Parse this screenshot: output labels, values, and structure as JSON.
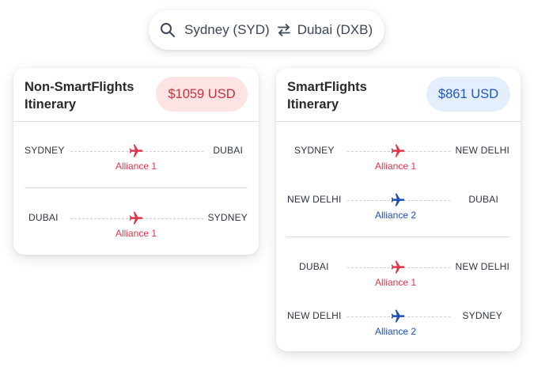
{
  "search": {
    "origin": "Sydney (SYD)",
    "destination": "Dubai (DXB)",
    "icons": [
      "search-icon",
      "swap-arrows-icon"
    ]
  },
  "non_smart": {
    "title": "Non-SmartFlights Itinerary",
    "price": "$1059 USD",
    "legs": [
      {
        "from": "SYDNEY",
        "to": "DUBAI",
        "alliance": "Alliance 1",
        "color": "#e0364a"
      },
      {
        "from": "DUBAI",
        "to": "SYDNEY",
        "alliance": "Alliance 1",
        "color": "#e0364a"
      }
    ]
  },
  "smart": {
    "title": "SmartFlights Itinerary",
    "price": "$861 USD",
    "legs": [
      {
        "from": "SYDNEY",
        "to": "NEW DELHI",
        "alliance": "Alliance 1",
        "color": "#e0364a"
      },
      {
        "from": "NEW DELHI",
        "to": "DUBAI",
        "alliance": "Alliance 2",
        "color": "#1e4fb5"
      },
      {
        "from": "DUBAI",
        "to": "NEW DELHI",
        "alliance": "Alliance 1",
        "color": "#e0364a"
      },
      {
        "from": "NEW DELHI",
        "to": "SYDNEY",
        "alliance": "Alliance 2",
        "color": "#1e4fb5"
      }
    ]
  },
  "colors": {
    "alliance_1": "#e0364a",
    "alliance_2": "#1e4fb5",
    "badge_red_bg": "#fde3e4",
    "badge_blue_bg": "#e5eefc"
  }
}
